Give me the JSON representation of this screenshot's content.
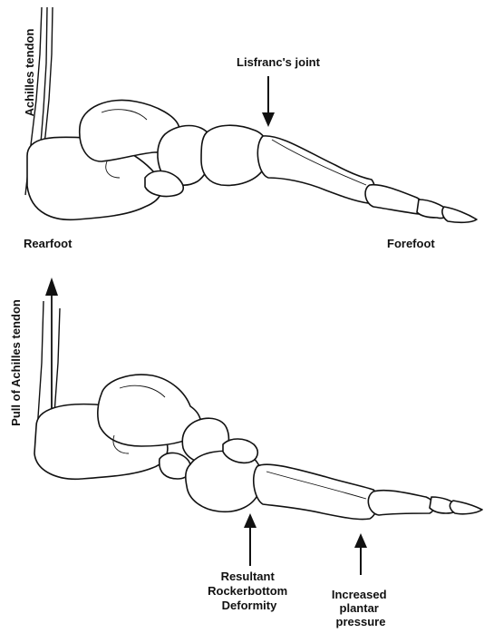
{
  "top_panel": {
    "tendon_label": "Achilles tendon",
    "joint_label": "Lisfranc's joint",
    "rearfoot_label": "Rearfoot",
    "forefoot_label": "Forefoot"
  },
  "bottom_panel": {
    "tendon_label": "Pull of Achilles tendon",
    "deformity_label": [
      "Resultant",
      "Rockerbottom",
      "Deformity"
    ],
    "pressure_label": [
      "Increased",
      "plantar",
      "pressure"
    ]
  }
}
